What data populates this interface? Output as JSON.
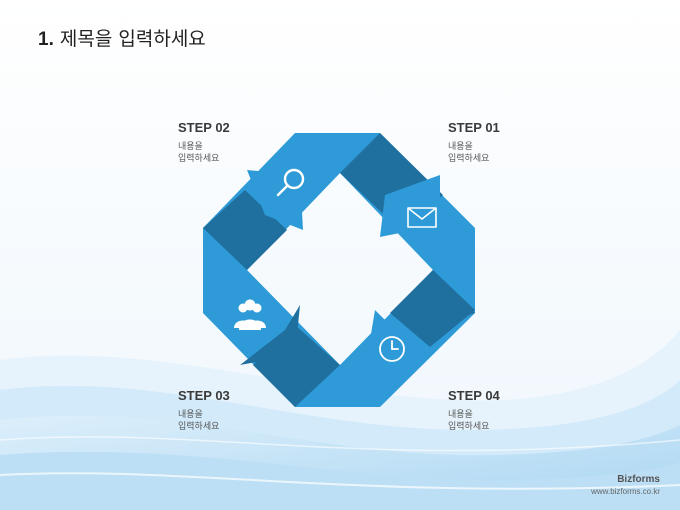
{
  "title": {
    "number": "1.",
    "text": "제목을 입력하세요"
  },
  "steps": [
    {
      "label": "STEP 01",
      "line1": "내용을",
      "line2": "입력하세요",
      "icon": "envelope-icon"
    },
    {
      "label": "STEP 02",
      "line1": "내용을",
      "line2": "입력하세요",
      "icon": "search-icon"
    },
    {
      "label": "STEP 03",
      "line1": "내용을",
      "line2": "입력하세요",
      "icon": "people-icon"
    },
    {
      "label": "STEP 04",
      "line1": "내용을",
      "line2": "입력하세요",
      "icon": "clock-icon"
    }
  ],
  "brand": {
    "name": "Bizforms",
    "url": "www.bizforms.co.kr"
  },
  "colors": {
    "light_blue": "#2e9bd8",
    "dark_blue": "#1f6f9f",
    "wave": "#bfe0f5"
  }
}
